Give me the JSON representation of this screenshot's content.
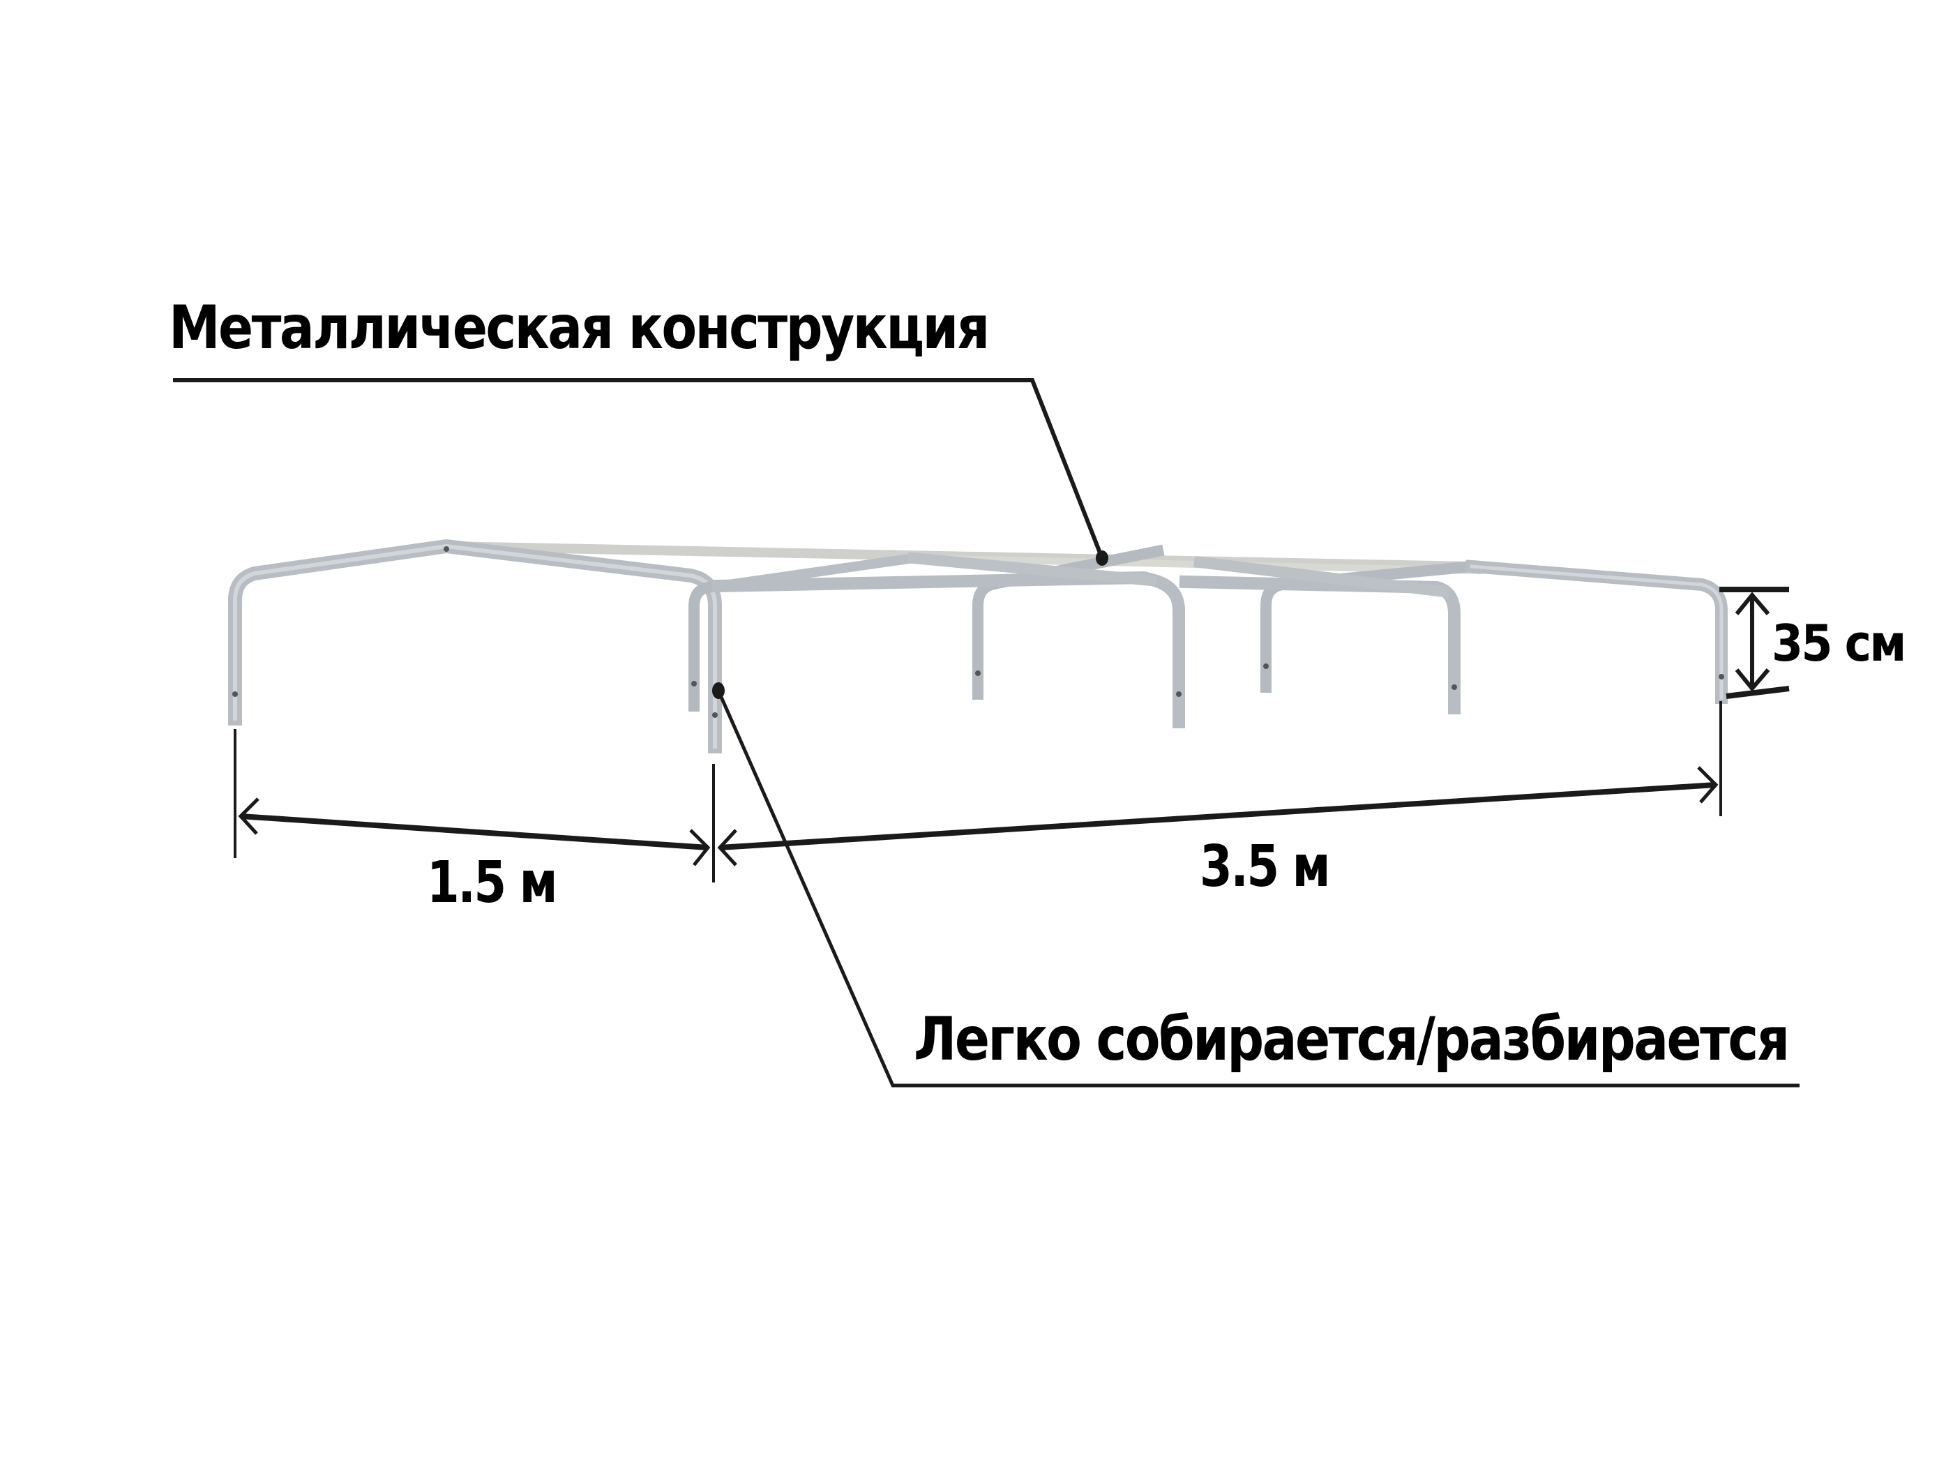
{
  "labels": {
    "top_callout": "Металлическая конструкция",
    "bottom_callout": "Легко собирается/разбирается"
  },
  "dimensions": {
    "front_width": "1.5 м",
    "length": "3.5 м",
    "height": "35 см"
  },
  "colors": {
    "background": "#ffffff",
    "frame_metal": "#b7bcc2",
    "frame_highlight": "#d6d9dd",
    "frame_shadow": "#8e949b",
    "lines": "#1a1a1a"
  }
}
